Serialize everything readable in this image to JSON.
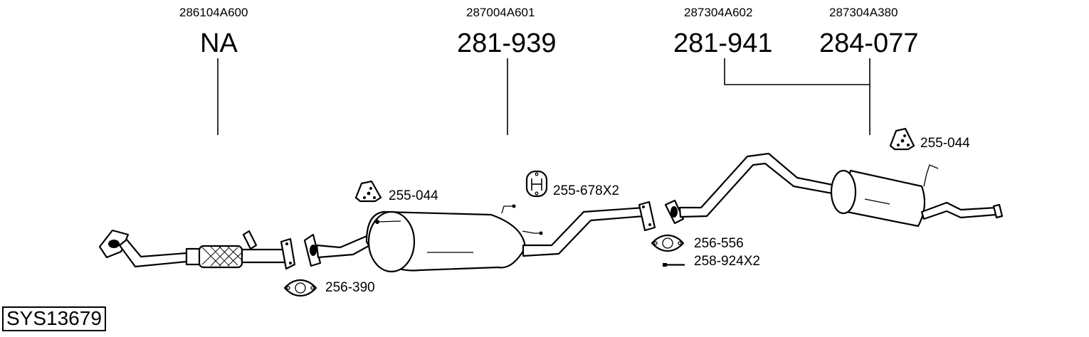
{
  "diagram": {
    "system_id": "SYS13679",
    "colors": {
      "line": "#000000",
      "background": "#ffffff"
    },
    "main_parts": [
      {
        "oem_number": "286104A600",
        "part_number": "NA",
        "name": "front-pipe"
      },
      {
        "oem_number": "287004A601",
        "part_number": "281-939",
        "name": "center-silencer"
      },
      {
        "oem_number": "287304A602",
        "part_number": "281-941",
        "name": "rear-silencer"
      },
      {
        "oem_number": "287304A380",
        "part_number": "284-077",
        "name": "rear-silencer-alt"
      }
    ],
    "accessories": [
      {
        "part_number": "255-044",
        "icon": "rubber-mount-icon",
        "position": "front"
      },
      {
        "part_number": "255-678X2",
        "icon": "h-hanger-icon"
      },
      {
        "part_number": "255-044",
        "icon": "rubber-mount-icon",
        "position": "rear"
      },
      {
        "part_number": "256-390",
        "icon": "gasket-icon"
      },
      {
        "part_number": "256-556",
        "icon": "gasket-icon"
      },
      {
        "part_number": "258-924X2",
        "icon": "bolt-icon"
      }
    ]
  }
}
